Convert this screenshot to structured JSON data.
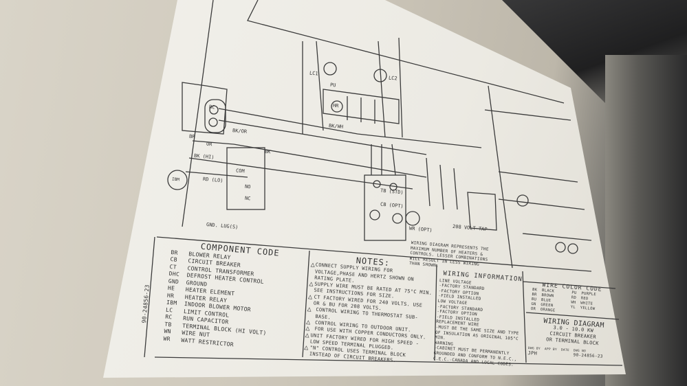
{
  "component_code": {
    "title": "COMPONENT CODE",
    "items": [
      {
        "code": "BR",
        "desc": "BLOWER RELAY"
      },
      {
        "code": "CB",
        "desc": "CIRCUIT BREAKER"
      },
      {
        "code": "CT",
        "desc": "CONTROL TRANSFORMER"
      },
      {
        "code": "DHC",
        "desc": "DEFROST HEATER CONTROL"
      },
      {
        "code": "GND",
        "desc": "GROUND"
      },
      {
        "code": "HE",
        "desc": "HEATER ELEMENT"
      },
      {
        "code": "HR",
        "desc": "HEATER RELAY"
      },
      {
        "code": "IBM",
        "desc": "INDOOR BLOWER MOTOR"
      },
      {
        "code": "LC",
        "desc": "LIMIT CONTROL"
      },
      {
        "code": "RC",
        "desc": "RUN CAPACITOR"
      },
      {
        "code": "TB",
        "desc": "TERMINAL BLOCK (HI VOLT)"
      },
      {
        "code": "WN",
        "desc": "WIRE NUT"
      },
      {
        "code": "WR",
        "desc": "WATT RESTRICTOR"
      }
    ]
  },
  "notes": {
    "title": "NOTES:",
    "items": [
      "CONNECT SUPPLY WIRING FOR VOLTAGE,PHASE AND HERTZ SHOWN ON RATING PLATE.",
      "SUPPLY WIRE MUST BE RATED AT 75°C MIN. SEE INSTRUCTIONS FOR SIZE.",
      "CT FACTORY WIRED FOR 240 VOLTS. USE OR & BU FOR 208 VOLTS.",
      "CONTROL WIRING TO THERMOSTAT SUB-BASE.",
      "CONTROL WIRING TO OUTDOOR UNIT.",
      "FOR USE WITH COPPER CONDUCTORS ONLY.",
      "UNIT FACTORY WIRED FOR HIGH SPEED - LOW SPEED TERMINAL PLUGGED.",
      "\"N\" CONTROL USES TERMINAL BLOCK INSTEAD OF CIRCUIT BREAKERS."
    ]
  },
  "diagram_note": "WIRING DIAGRAM REPRESENTS THE MAXIMUM NUMBER OF HEATERS & CONTROLS. LESSER COMBINATIONS WILL RESULT IN LESS WIRING THAN SHOWN.",
  "wiring_info": {
    "title": "WIRING INFORMATION",
    "line_voltage": "LINE VOLTAGE",
    "low_voltage": "LOW VOLTAGE",
    "factory_standard": "-FACTORY STANDARD",
    "factory_option": "-FACTORY OPTION",
    "field_installed": "-FIELD INSTALLED",
    "replacement": "REPLACEMENT WIRE",
    "replacement_text": "-MUST BE THE SAME SIZE AND TYPE OF INSULATION AS ORIGINAL 105°C MIN.",
    "warning": "WARNING",
    "warning_text": "-CABINET MUST BE PERMANENTLY GROUNDED AND CONFORM TO N.E.C., C.E.C.-CANADA AND LOCAL CODES."
  },
  "wire_color_code": {
    "title": "WIRE COLOR CODE",
    "items": [
      {
        "code": "BK",
        "color": "BLACK"
      },
      {
        "code": "PU",
        "color": "PURPLE"
      },
      {
        "code": "BR",
        "color": "BROWN"
      },
      {
        "code": "RD",
        "color": "RED"
      },
      {
        "code": "BU",
        "color": "BLUE"
      },
      {
        "code": "WH",
        "color": "WHITE"
      },
      {
        "code": "GN",
        "color": "GREEN"
      },
      {
        "code": "YL",
        "color": "YELLOW"
      },
      {
        "code": "OR",
        "color": "ORANGE"
      }
    ]
  },
  "title_block": {
    "title": "WIRING DIAGRAM",
    "rating": "3.0 - 10.0 KW",
    "line1": "CIRCUIT BREAKER",
    "line2": "OR TERMINAL BLOCK",
    "dwg_by_label": "DWG BY",
    "dwg_by": "JPH",
    "app_by_label": "APP BY",
    "date_label": "DATE",
    "dwg_no_label": "DWG NO",
    "dwg_no": "90-24856-23"
  },
  "side_number": "90-24856-23",
  "labels": {
    "rc": "RC",
    "br": "BR",
    "or": "OR",
    "bkor": "BK/OR",
    "bk": "BK",
    "bkhi": "BK (HI)",
    "ibm": "IBM",
    "rdlo": "RD (LO)",
    "com": "COM",
    "no": "NO",
    "nc": "NC",
    "gnd": "GND. LUG(S)",
    "lc1": "LC1",
    "lc2": "LC2",
    "pu": "PU",
    "hr": "HR",
    "tb": "TB (STD)",
    "cb": "CB (OPT)",
    "wr": "WR (OPT)",
    "tap": "208 VOLT TAP",
    "bkwh": "BK/WH"
  }
}
